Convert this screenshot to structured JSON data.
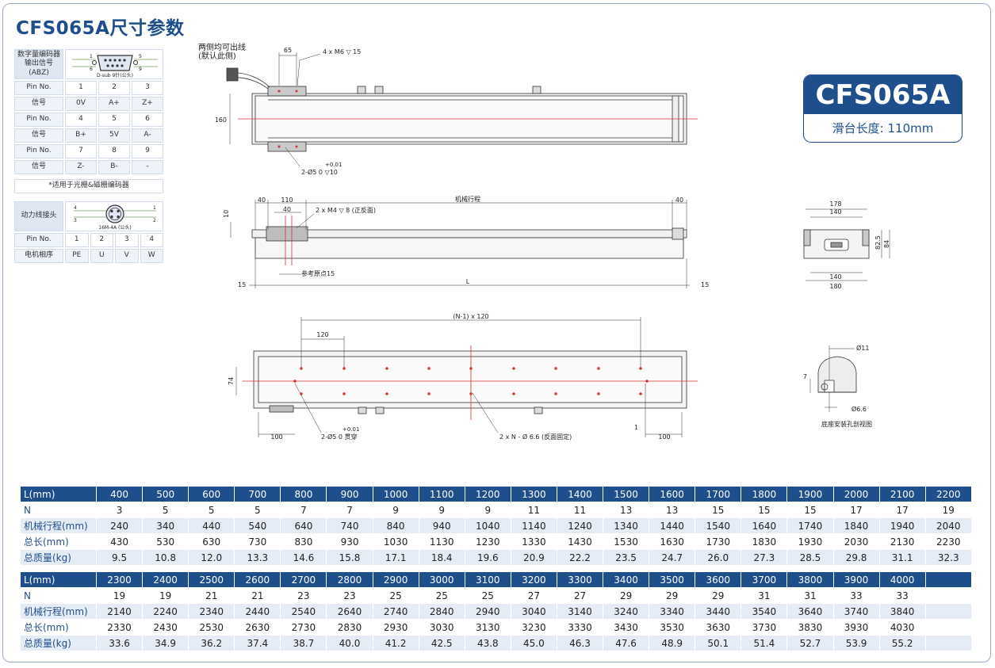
{
  "title": "CFS065A尺寸参数",
  "encoder": {
    "label": "数字量编码器\n输出信号(ABZ)",
    "connector_caption": "D-sub 9针(公头)",
    "pin_labels": {
      "p1": "1",
      "p5": "5",
      "p6": "6",
      "p9": "9"
    },
    "rows": [
      {
        "label": "Pin No.",
        "cells": [
          "1",
          "2",
          "3"
        ]
      },
      {
        "label": "信号",
        "cells": [
          "0V",
          "A+",
          "Z+"
        ]
      },
      {
        "label": "Pin No.",
        "cells": [
          "4",
          "5",
          "6"
        ]
      },
      {
        "label": "信号",
        "cells": [
          "B+",
          "5V",
          "A-"
        ]
      },
      {
        "label": "Pin No.",
        "cells": [
          "7",
          "8",
          "9"
        ]
      },
      {
        "label": "信号",
        "cells": [
          "Z-",
          "B-",
          "-"
        ]
      }
    ],
    "note": "*适用于光栅&磁栅编码器"
  },
  "power": {
    "label": "动力线接头",
    "connector_caption": "16M-4A (公头)",
    "pin_labels": {
      "p1": "1",
      "p2": "2",
      "p3": "3",
      "p4": "4"
    },
    "rows": [
      {
        "label": "Pin No.",
        "cells": [
          "1",
          "2",
          "3",
          "4"
        ]
      },
      {
        "label": "电机相序",
        "cells": [
          "PE",
          "U",
          "V",
          "W"
        ]
      }
    ]
  },
  "model": {
    "name": "CFS065A",
    "subtitle": "滑台长度: 110mm"
  },
  "drawing": {
    "top_view": {
      "cable_note_1": "两侧均可出线",
      "cable_note_2": "(默认此侧)",
      "dim_65": "65",
      "hole_note": "4 x M6 ▽ 15",
      "dim_160": "160",
      "tol_top": "+0.01",
      "pin_note": "2-Ø5   0   ▽10"
    },
    "side_view": {
      "dim_40_left": "40",
      "dim_110": "110",
      "dim_40_inner": "40",
      "thread_note": "2 x M4 ▽ 8 (正反面)",
      "stroke_label": "机械行程",
      "dim_40_right": "40",
      "dim_10": "10",
      "origin_note": "参考原点15",
      "dim_15_left": "15",
      "dim_L": "L",
      "dim_15_right": "15"
    },
    "end_view": {
      "dim_178": "178",
      "dim_140_top": "140",
      "dim_82_5": "82.5",
      "dim_84": "84",
      "dim_140_bottom": "140",
      "dim_180": "180"
    },
    "bottom_view": {
      "pitch_note": "(N-1) x 120",
      "dim_120": "120",
      "dim_74": "74",
      "tol_top": "+0.01",
      "pin_note": "2-Ø5   0   贯穿",
      "hole_note": "2 x N - Ø 6.6 (反面固定)",
      "dim_1": "1",
      "dim_100_left": "100",
      "dim_100_right": "100"
    },
    "section_view": {
      "dim_d11": "Ø11",
      "dim_7": "7",
      "dim_d6_6": "Ø6.6",
      "caption": "底座安装孔剖视图"
    }
  },
  "table1": {
    "header_label": "L(mm)",
    "columns": [
      "400",
      "500",
      "600",
      "700",
      "800",
      "900",
      "1000",
      "1100",
      "1200",
      "1300",
      "1400",
      "1500",
      "1600",
      "1700",
      "1800",
      "1900",
      "2000",
      "2100",
      "2200"
    ],
    "rows": [
      {
        "label": "N",
        "values": [
          "3",
          "5",
          "5",
          "5",
          "7",
          "7",
          "9",
          "9",
          "9",
          "11",
          "11",
          "13",
          "13",
          "15",
          "15",
          "15",
          "17",
          "17",
          "19"
        ]
      },
      {
        "label": "机械行程(mm)",
        "values": [
          "240",
          "340",
          "440",
          "540",
          "640",
          "740",
          "840",
          "940",
          "1040",
          "1140",
          "1240",
          "1340",
          "1440",
          "1540",
          "1640",
          "1740",
          "1840",
          "1940",
          "2040"
        ]
      },
      {
        "label": "总长(mm)",
        "values": [
          "430",
          "530",
          "630",
          "730",
          "830",
          "930",
          "1030",
          "1130",
          "1230",
          "1330",
          "1430",
          "1530",
          "1630",
          "1730",
          "1830",
          "1930",
          "2030",
          "2130",
          "2230"
        ]
      },
      {
        "label": "总质量(kg)",
        "values": [
          "9.5",
          "10.8",
          "12.0",
          "13.3",
          "14.6",
          "15.8",
          "17.1",
          "18.4",
          "19.6",
          "20.9",
          "22.2",
          "23.5",
          "24.7",
          "26.0",
          "27.3",
          "28.5",
          "29.8",
          "31.1",
          "32.3"
        ]
      }
    ]
  },
  "table2": {
    "header_label": "L(mm)",
    "columns": [
      "2300",
      "2400",
      "2500",
      "2600",
      "2700",
      "2800",
      "2900",
      "3000",
      "3100",
      "3200",
      "3300",
      "3400",
      "3500",
      "3600",
      "3700",
      "3800",
      "3900",
      "4000",
      ""
    ],
    "rows": [
      {
        "label": "N",
        "values": [
          "19",
          "19",
          "21",
          "21",
          "23",
          "23",
          "25",
          "25",
          "25",
          "27",
          "27",
          "29",
          "29",
          "29",
          "31",
          "31",
          "33",
          "33",
          ""
        ]
      },
      {
        "label": "机械行程(mm)",
        "values": [
          "2140",
          "2240",
          "2340",
          "2440",
          "2540",
          "2640",
          "2740",
          "2840",
          "2940",
          "3040",
          "3140",
          "3240",
          "3340",
          "3440",
          "3540",
          "3640",
          "3740",
          "3840",
          ""
        ]
      },
      {
        "label": "总长(mm)",
        "values": [
          "2330",
          "2430",
          "2530",
          "2630",
          "2730",
          "2830",
          "2930",
          "3030",
          "3130",
          "3230",
          "3330",
          "3430",
          "3530",
          "3630",
          "3730",
          "3830",
          "3930",
          "4030",
          ""
        ]
      },
      {
        "label": "总质量(kg)",
        "values": [
          "33.6",
          "34.9",
          "36.2",
          "37.4",
          "38.7",
          "40.0",
          "41.2",
          "42.5",
          "43.8",
          "45.0",
          "46.3",
          "47.6",
          "48.9",
          "50.1",
          "51.4",
          "52.7",
          "53.9",
          "55.2",
          ""
        ]
      }
    ]
  }
}
